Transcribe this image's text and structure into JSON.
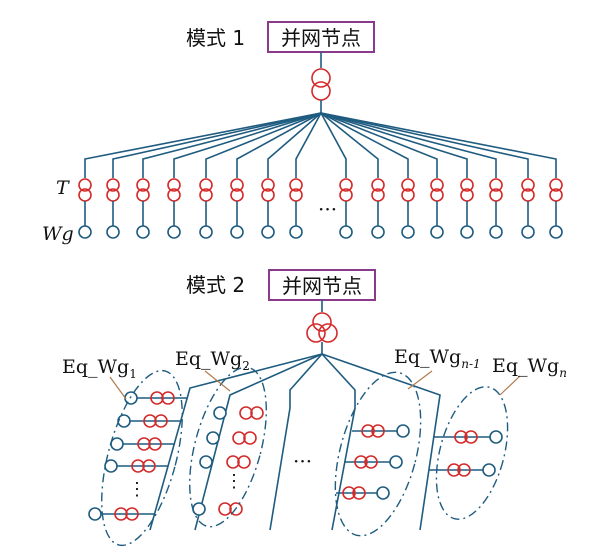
{
  "mode1": {
    "label": "模式 1",
    "node": "并网节点",
    "t_label": "T",
    "wg_label": "Wg",
    "ellipsis": "···"
  },
  "mode2": {
    "label": "模式 2",
    "node": "并网节点",
    "ellipsis": "···",
    "vdots": "⋮",
    "eq_labels": [
      {
        "base": "Eq_Wg",
        "sub": "1"
      },
      {
        "base": "Eq_Wg",
        "sub": "2"
      },
      {
        "base": "Eq_Wg",
        "sub": "n-1"
      },
      {
        "base": "Eq_Wg",
        "sub": "n"
      }
    ]
  },
  "colors": {
    "line": "#1f5c80",
    "transformer": "#d42a2a",
    "node_box": "#8a3a8a"
  }
}
